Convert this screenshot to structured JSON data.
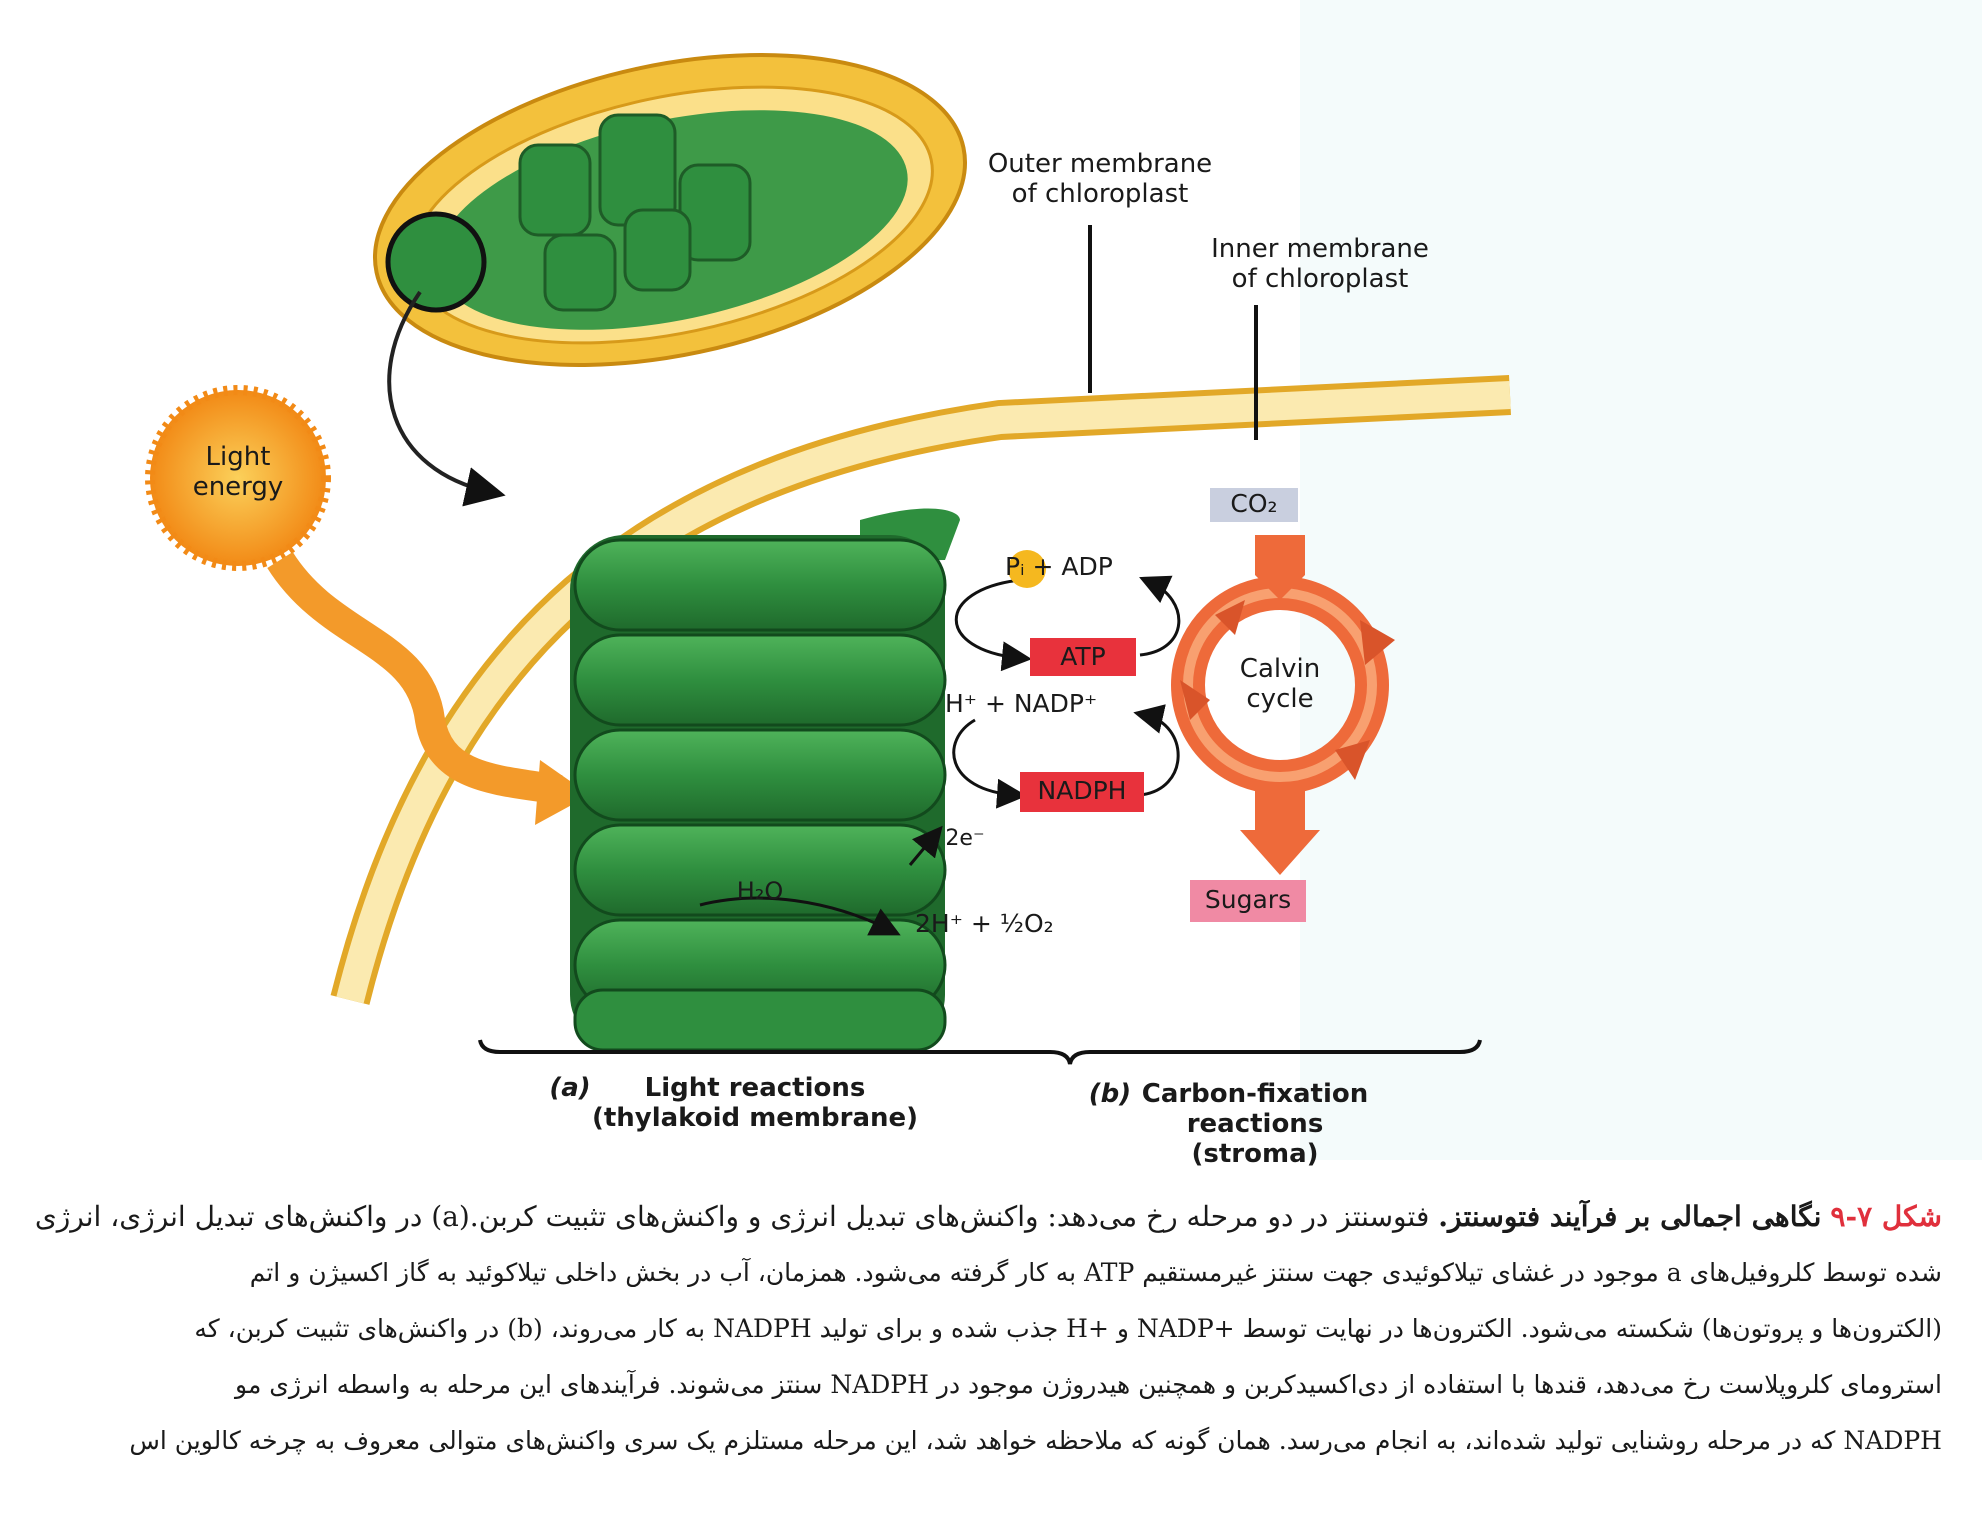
{
  "labels": {
    "outer_membrane": "Outer membrane\nof chloroplast",
    "inner_membrane": "Inner membrane\nof chloroplast",
    "light_energy": "Light\nenergy",
    "co2": "CO₂",
    "pi_adp": "Pᵢ + ADP",
    "atp": "ATP",
    "h_nadp": "H⁺  + NADP⁺",
    "nadph": "NADPH",
    "calvin_cycle": "Calvin\ncycle",
    "two_e": "2e⁻",
    "h2o": "H₂O",
    "products": "2H⁺  +  ½O₂",
    "sugars": "Sugars",
    "part_a_letter": "(a)",
    "part_a_text": "Light reactions\n(thylakoid membrane)",
    "part_b_letter": "(b)",
    "part_b_text": "Carbon-fixation\nreactions\n(stroma)"
  },
  "caption": {
    "figure_number": "شکل ۷-۹",
    "title": "نگاهی اجمالی بر فرآیند فتوسنتز.",
    "lines": [
      "فتوسنتز در دو مرحله رخ می‌دهد: واکنش‌های تبدیل انرژی و واکنش‌های تثبیت کربن.(a) در واکنش‌های تبدیل انرژی، انرژی",
      "شده توسط کلروفیل‌های a موجود در غشای تیلاکوئیدی جهت سنتز غیرمستقیم ATP به کار گرفته می‌شود. همزمان، آب در بخش داخلی تیلاکوئید به گاز اکسیژن و اتم",
      "(الکترون‌ها و پروتون‌ها) شکسته می‌شود. الکترون‌ها در نهایت توسط +NADP و +H جذب شده و برای تولید NADPH به کار می‌روند، (b) در واکنش‌های تثبیت کربن، که",
      "استرومای کلروپلاست رخ می‌دهد، قندها با استفاده از دی‌اکسیدکربن و همچنین هیدروژن موجود در NADPH سنتز می‌شوند. فرآیندهای این مرحله به واسطه انرژی مو",
      "NADPH که در مرحله روشنایی تولید شده‌اند، به انجام می‌رسد. همان گونه که ملاحظه خواهد شد، این مرحله مستلزم یک سری واکنش‌های متوالی معروف به چرخه کالوین اس"
    ]
  },
  "colors": {
    "thylakoid_green": "#2f8f3f",
    "membrane_yellow": "#f3c13c",
    "cycle_orange": "#ee6a3a",
    "atp_red": "#e8323c",
    "sugars_pink": "#f08aa4",
    "co2_gray": "#c9cfdf",
    "sun_orange": "#f59b1c",
    "caption_red": "#e0303c"
  }
}
